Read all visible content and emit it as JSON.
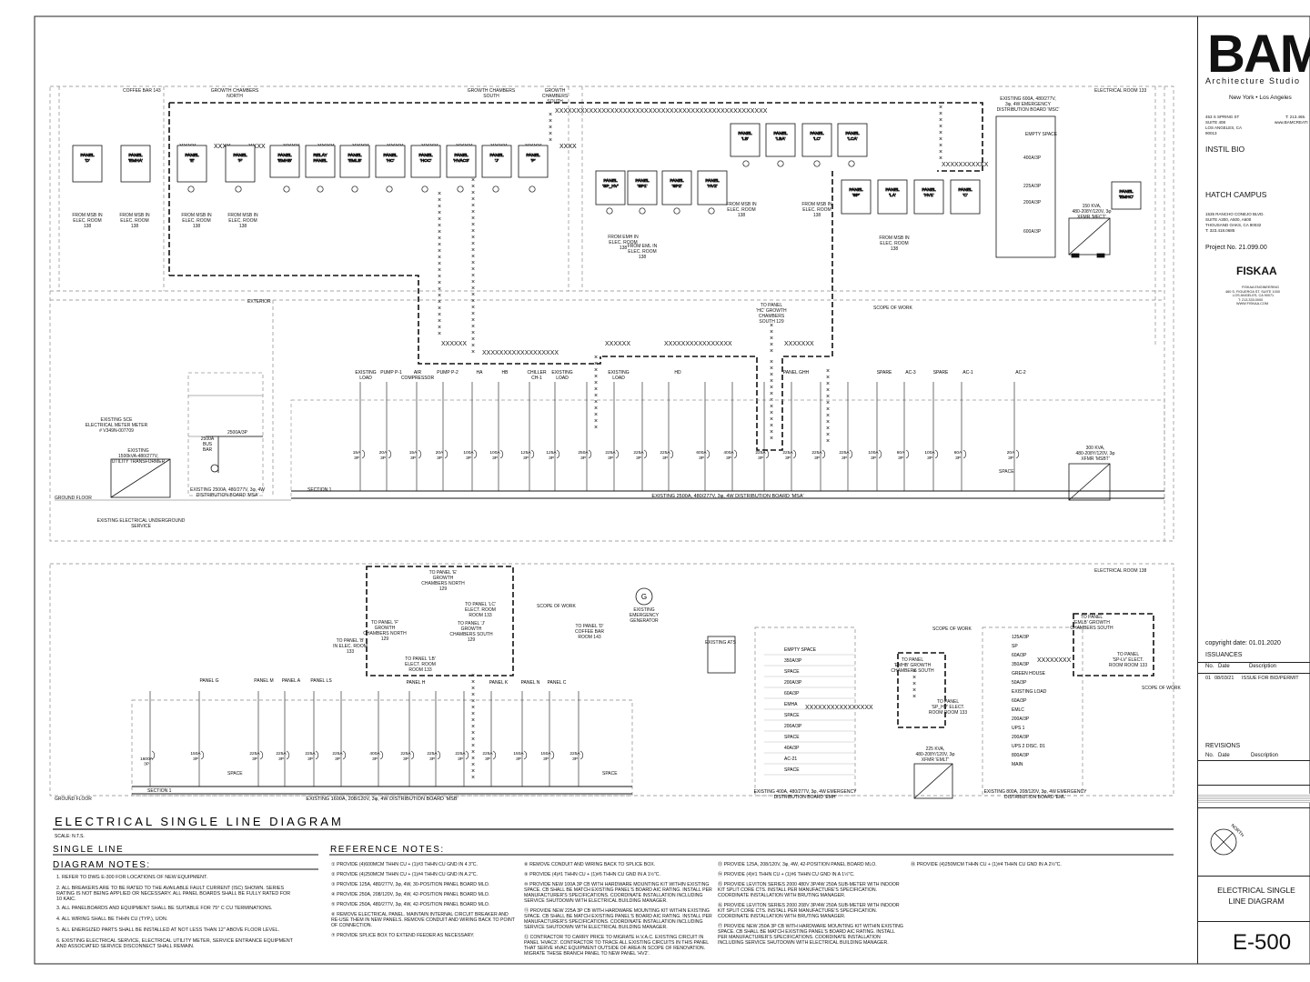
{
  "diagram": {
    "title": "ELECTRICAL   SINGLE   LINE   DIAGRAM",
    "scale": "SCALE:  N.T.S.",
    "single_line": "SINGLE LINE",
    "diagram_notes_title": "DIAGRAM NOTES:",
    "reference_notes_title": "REFERENCE  NOTES:",
    "upper": {
      "room_labels": [
        "COFFEE BAR 143",
        "GROWTH CHAMBERS NORTH",
        "GROWTH CHAMBERS SOUTH",
        "GROWTH CHAMBERS SOUTH",
        "ELECTRICAL ROOM 133",
        "EXTERIOR",
        "GROUND FLOOR"
      ],
      "panels": [
        "PANEL 'D'",
        "PANEL 'EMHA'",
        "PANEL 'E'",
        "PANEL 'F'",
        "PANEL 'EMHB'",
        "RELAY PANEL",
        "PANEL 'EMLB'",
        "PANEL 'HC'",
        "PANEL 'HOC'",
        "PANEL 'HVAC3'",
        "PANEL 'J'",
        "PANEL 'P'",
        "PANEL 'SP_HV'",
        "PANEL 'SP1'",
        "PANEL 'SP2'",
        "PANEL 'HV2'",
        "PANEL 'LB'",
        "PANEL 'LBA'",
        "PANEL 'LC'",
        "PANEL 'LCA'",
        "PANEL 'SP'",
        "PANEL 'LA'",
        "PANEL 'HV1'",
        "PANEL 'C'",
        "PANEL 'EMHC'"
      ],
      "from_labels": [
        "FROM MSB IN ELEC. ROOM 138",
        "FROM EMH IN ELEC. ROOM 138",
        "FROM EML IN ELEC. ROOM 138"
      ],
      "msc": "EXISTING 600A, 480/277V, 3φ, 4W EMERGENCY DISTRIBUTION BOARD 'MSC'",
      "empty_space": "EMPTY SPACE",
      "msc_breakers": [
        "400A/3P",
        "225A/3P",
        "200A/3P",
        "600A/3P"
      ],
      "xfmr_mect": "150 KVA, 480-208Y/120V, 3φ XFMR 'MECT'",
      "scope_of_work": "SCOPE OF WORK",
      "to_panel_hc": "TO PANEL 'HC' GROWTH CHAMBERS SOUTH 129",
      "meter": "EXISTING SCE ELECTRICAL METER METER # V349N-007709",
      "utility_xfmr": "EXISTING 1500kVA-480/277V, UTILITY TRANSFORMER",
      "underground": "EXISTING ELECTRICAL UNDERGROUND SERVICE",
      "bus_bar": "2500A BUS BAR",
      "main_breaker": "2500A/3P",
      "msa_small": "EXISTING 2500A, 480/277V, 3φ, 4W DISTRIBUTION BOARD 'MSA'",
      "section": "SECTION 1",
      "msa_board": "EXISTING 2500A, 480/277V, 3φ, 4W DISTRIBUTION BOARD 'MSA'",
      "loads": [
        "EXISTING LOAD",
        "PUMP P-1",
        "AIR COMPRESSOR",
        "PUMP P-2",
        "HA",
        "HB",
        "CHILLER CH-1",
        "EXISTING LOAD",
        "EXISTING LOAD",
        "HD",
        "PANEL GHH",
        "SPARE",
        "AC-3",
        "SPARE",
        "AC-1",
        "AC-2"
      ],
      "breakers": [
        "15A 3P",
        "20A 3P",
        "15A 3P",
        "20A 3P",
        "100A 3P",
        "100A 3P",
        "125A 3P",
        "125A 3P",
        "250A 3P",
        "225A 3P",
        "225A 3P",
        "225A 3P",
        "600A 3P",
        "400A 3P",
        "225A 3P",
        "225A 3P",
        "225A 3P",
        "225A 3P",
        "100A 3P",
        "60A 3P",
        "100A 3P",
        "60A 3P",
        "20A 3P"
      ],
      "space": "SPACE",
      "xfmr_msbt": "300 KVA, 480-208Y/120V, 3φ XFMR 'MSBT'"
    },
    "lower": {
      "elec_room": "ELECTRICAL ROOM 138",
      "labels": [
        "TO PANEL 'E' GROWTH CHAMBERS NORTH 129",
        "TO PANEL 'LC' ELECT. ROOM ROOM 133",
        "TO PANEL 'F' GROWTH CHAMBERS NORTH 129",
        "TO PANEL 'J' GROWTH CHAMBERS SOUTH 129",
        "TO PANEL 'LB' ELECT. ROOM ROOM 133",
        "TO PANEL 'B' IN ELEC. ROOM 133",
        "TO PANEL 'D' COFFEE BAR ROOM 143",
        "EXISTING EMERGENCY GENERATOR",
        "EXISTING ATS",
        "TO PANEL 'EMHB' GROWTH CHAMBERS SOUTH",
        "TO PANEL 'SP_HV' ELECT. ROOM ROOM 133",
        "TO PANEL 'EMLB' GROWTH CHAMBERS SOUTH",
        "TO PANEL 'SP-LV' ELECT. ROOM ROOM 133"
      ],
      "panels": [
        "PANEL G",
        "PANEL M",
        "PANEL A",
        "PANEL LS",
        "PANEL H",
        "PANEL K",
        "PANEL N",
        "PANEL C"
      ],
      "breakers": [
        "1600A 3P",
        "150A 3P",
        "225A 3P",
        "225A 3P",
        "225A 3P",
        "225A 3P",
        "400A 3P",
        "225A 3P",
        "225A 3P",
        "225A 3P",
        "225A 3P",
        "150A 3P",
        "150A 3P",
        "225A 3P"
      ],
      "msb": "EXISTING 1600A, 208/120V, 3φ, 4W DISTRIBUTION BOARD 'MSB'",
      "emh_rows": [
        "EMPTY SPACE",
        "350A/3P",
        "SPACE",
        "200A/3P",
        "60A/3P",
        "EMHA",
        "SPACE",
        "200A/3P",
        "SPACE",
        "40A/3P",
        "AC-21",
        "SPACE"
      ],
      "emh_board": "EXISTING 400A, 480/277V, 3φ, 4W EMERGENCY DISTRIBUTION BOARD 'EMH'",
      "eml_rows": [
        "125A/3P",
        "SP",
        "60A/3P",
        "350A/3P",
        "GREEN HOUSE",
        "50A/3P",
        "EXISTING LOAD",
        "60A/3P",
        "EMLC",
        "200A/3P",
        "UPS 1",
        "200A/3P",
        "UPS 2 DISC. D1",
        "800A/3P",
        "MAIN"
      ],
      "eml_board": "EXISTING 800A, 208/120V, 3φ, 4W EMERGENCY DISTRIBUTION BOARD 'EML'",
      "xfmr_emlt": "225 KVA, 480-208Y/120V, 3φ XFMR 'EMLT'",
      "gen_letter": "G"
    },
    "diagram_notes": [
      "1.   REFER TO DWG E-300 FOR LOCATIONS OF NEW EQUIPMENT.",
      "2.   ALL BREAKERS ARE TO BE RATED TO THE AVAILABLE FAULT CURRENT (ISC) SHOWN. SERIES",
      "      RATING IS NOT BEING APPLIED OR NECESSARY. ALL PANEL BOARDS SHALL BE FULLY RATED FOR",
      "      10 KAIC.",
      "3.   ALL PANELBOARDS AND EQUIPMENT SHALL BE SUITABLE FOR 75° C CU TERMINATIONS.",
      "4.   ALL WIRING SHALL BE THHN CU (TYP.), UON.",
      "5.   ALL ENERGIZED PARTS SHALL BE INSTALLED AT NOT LESS THAN 12\" ABOVE FLOOR LEVEL.",
      "6.   EXISTING ELECTRICAL SERVICE, ELECTRICAL UTILITY METER, SERVICE ENTRANCE EQUIPMENT",
      "      AND ASSOCIATED SERVICE DISCONNECT SHALL REMAIN."
    ],
    "reference_notes": [
      [
        "① PROVIDE (4)600MCM THHN CU + (1)#3 THHN CU GND IN 4 3\"C.",
        "② PROVIDE (4)250MCM THHN CU + (1)#4 THHN CU GND IN A 2\"C.",
        "③ PROVIDE 125A, 480/277V, 3φ, 4W, 30-POSITION PANEL BOARD MLO.",
        "④ PROVIDE 250A, 208/120V, 3φ, 4W, 42-POSITION PANEL BOARD MLO.",
        "⑤ PROVIDE 250A, 480/277V, 3φ, 4W, 42-POSITION PANEL BOARD MLO.",
        "⑥ REMOVE ELECTRICAL PANEL. MAINTAIN INTERNAL CIRCUIT BREAKER AND RE-USE THEM IN NEW PANELS. REMOVE CONDUIT AND WIRING BACK TO POINT OF CONNECTION.",
        "⑦ PROVIDE SPLICE BOX TO EXTEND FEEDER AS NECESSARY."
      ],
      [
        "⑧ REMOVE CONDUIT AND WIRING BACK TO SPLICE BOX.",
        "⑨ PROVIDE (4)#1 THHN CU + (1)#6 THHN CU GND IN A 1½\"C.",
        "⑩ PROVIDE NEW 100A 3P CB WITH HARDWARE MOUNTING KIT WITHIN EXISTING SPACE. CB SHALL BE MATCH EXISTING PANEL'S BOARD AIC RATING. INSTALL PER MANUFACTURER'S SPECIFICATIONS. COORDINATE INSTALLATION INCLUDING SERVICE SHUTDOWN WITH ELECTRICAL BUILDING MANAGER.",
        "⑪ PROVIDE NEW 225A 3P CB WITH HARDWARE MOUNTING KIT WITHIN EXISTING SPACE. CB SHALL BE MATCH EXISTING PANEL'S BOARD AIC RATING. INSTALL PER MANUFACTURER'S SPECIFICATIONS. COORDINATE INSTALLATION INCLUDING SERVICE SHUTDOWN WITH ELECTRICAL BUILDING MANAGER.",
        "⑫ CONTRACTOR TO CARRY PRICE TO MIGRATE H.V.A.C. EXISTING CIRCUIT IN PANEL 'HVAC3'. CONTRACTOR TO TRACE ALL EXISTING CIRCUITS IN THIS PANEL THAT SERVE HVAC EQUIPMENT OUTSIDE OF AREA IN SCOPE OF RENOVATION. MIGRATE THESE BRANCH PANEL TO NEW PANEL 'HV2'."
      ],
      [
        "⑬ PROVIDE 125A, 208/120V, 3φ, 4W, 42-POSITION PANEL BOARD MLO.",
        "⑭ PROVIDE (4)#1 THHN CU + (1)#6 THHN CU GND IN A 1½\"C.",
        "⑮ PROVIDE LEVITON SERIES 2000 480V 3P/4W 250A SUB-METER WITH INDOOR KIT SPLIT CORE CTS. INSTALL PER MANUFACTURE'S SPECIFICATION. COORDINATE INSTALLATION WITH BRUTING MANAGER.",
        "⑯ PROVIDE LEVITON SERIES 2000 208V 3P/4W 250A SUB-METER WITH INDOOR KIT SPLIT CORE CTS. INSTALL PER MANUFACTURE'S SPECIFICATION. COORDINATE INSTALLATION WITH BRUTING MANAGER.",
        "⑰ PROVIDE NEW 250A 3P CB WITH HARDWARE MOUNTING KIT WITHIN EXISTING SPACE. CB SHALL BE MATCH EXISTING PANEL'S BOARD AIC RATING. INSTALL PER MANUFACTURER'S SPECIFICATIONS. COORDINATE INSTALLATION INCLUDING SERVICE SHUTDOWN WITH ELECTRICAL BUILDING MANAGER."
      ],
      [
        "⑱ PROVIDE (4)250MCM THHN CU + (1)#4 THHN CU GND IN A 2½\"C."
      ]
    ]
  },
  "title_block": {
    "logo": "BAM",
    "firm": "Architecture Studio",
    "cities": "New York  •  Los Angeles",
    "address": [
      "453 S SPRING ST",
      "SUITE 408",
      "LOS ANGELES, CA",
      "90013"
    ],
    "contact": [
      "T: 213.465.",
      "www.BAMCREATI"
    ],
    "client": "INSTIL BIO",
    "project": "HATCH CAMPUS",
    "project_address": [
      "1535 RANCHO CONEJO BLVD.",
      "SUITE A300, A500, A600",
      "THOUSAND OAKS, CA 90032",
      "T: 323.418.0685"
    ],
    "project_no": "Project No. 21.099.00",
    "engineer": "FISKAA",
    "engineer_address": [
      "FISKAA ENGINEERING",
      "460 S. FIGUEROA ST. SUITE 1000",
      "LOS ANGELES, CA 90071",
      "T: 213.333.0000",
      "WWW.FISKAA.COM"
    ],
    "copyright": "copyright date:  01.01.2020",
    "issuances": "ISSUANCES",
    "issuance_headers": [
      "No.",
      "Date",
      "Description"
    ],
    "issuance_rows": [
      [
        "01",
        "08/03/21",
        "ISSUE FOR BID/PERMIT"
      ]
    ],
    "revisions": "REVISIONS",
    "revision_headers": [
      "No.",
      "Date",
      "Description"
    ],
    "north": "NORTH",
    "sheet_title": "ELECTRICAL SINGLE LINE DIAGRAM",
    "sheet_number": "E-500"
  }
}
